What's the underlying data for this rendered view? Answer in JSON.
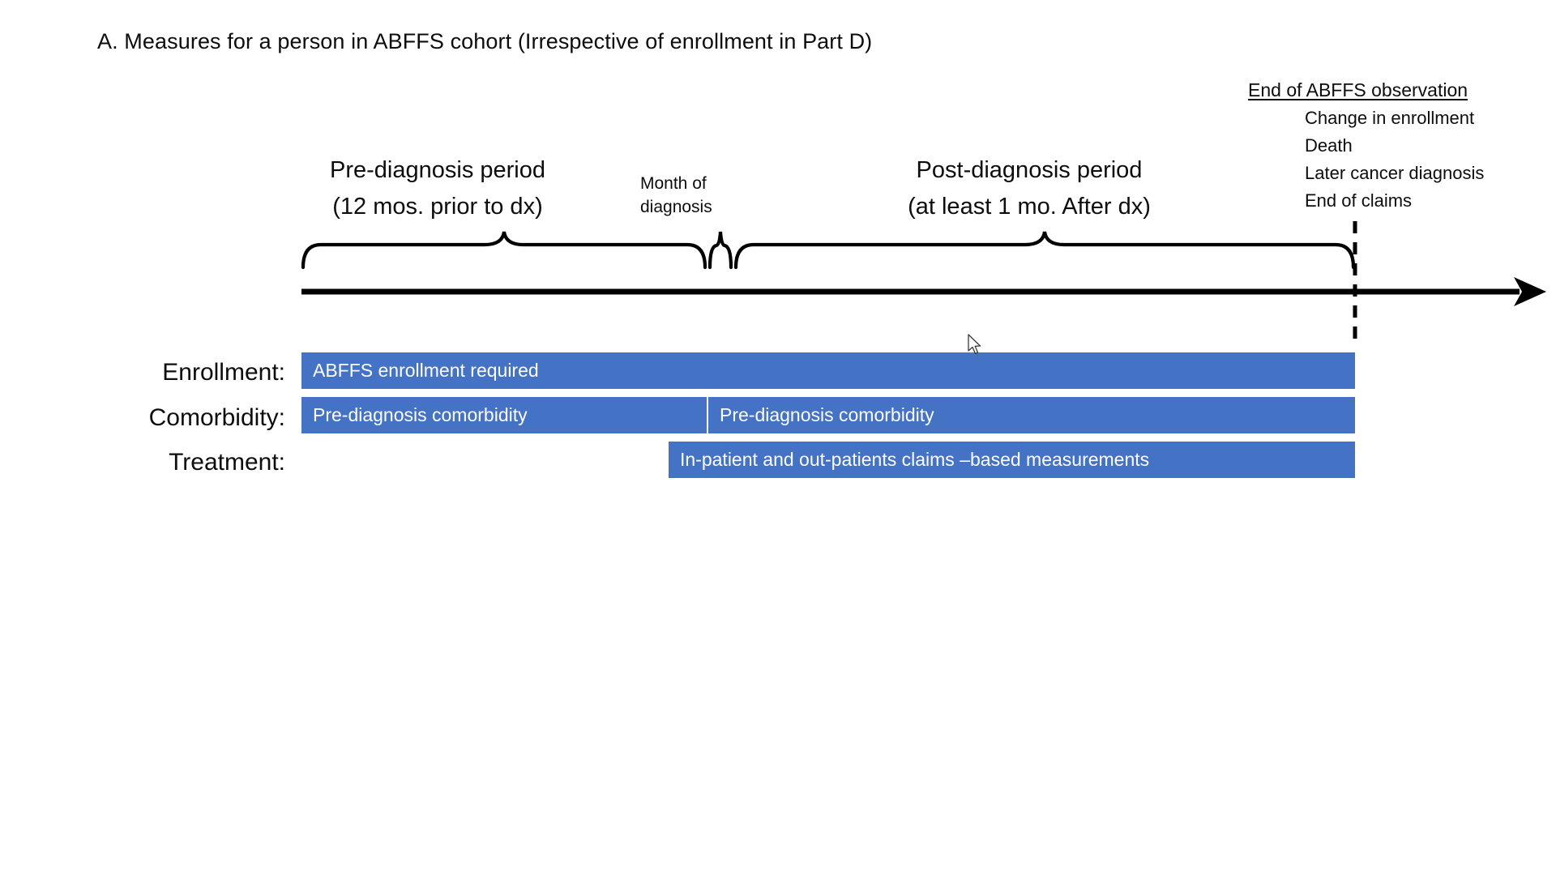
{
  "slide": {
    "title": "A. Measures for a person in ABFFS cohort (Irrespective of enrollment in Part D)"
  },
  "end_observation": {
    "heading": "End of ABFFS observation",
    "items": [
      "Change in enrollment",
      "Death",
      "Later cancer diagnosis",
      "End of claims"
    ]
  },
  "periods": {
    "pre_line1": "Pre-diagnosis period",
    "pre_line2": "(12 mos. prior to dx)",
    "month_line1": "Month of",
    "month_line2": "diagnosis",
    "post_line1": "Post-diagnosis period",
    "post_line2": "(at least 1 mo. After dx)"
  },
  "rows": {
    "enrollment_label": "Enrollment:",
    "comorbidity_label": "Comorbidity:",
    "treatment_label": "Treatment:"
  },
  "bars": {
    "enrollment": "ABFFS enrollment required",
    "comorbidity_pre": "Pre-diagnosis comorbidity",
    "comorbidity_post": "Pre-diagnosis comorbidity",
    "treatment": "In-patient and out-patients claims –based measurements"
  },
  "colors": {
    "bar_blue": "#4472C4",
    "bar_text": "#FFFFFF",
    "ink": "#0D0D0D",
    "background": "#FFFFFF"
  },
  "icons": {
    "timeline_arrow": "arrow-right-icon",
    "end_marker": "dashed-vertical-line-icon",
    "cursor": "mouse-pointer-icon"
  }
}
